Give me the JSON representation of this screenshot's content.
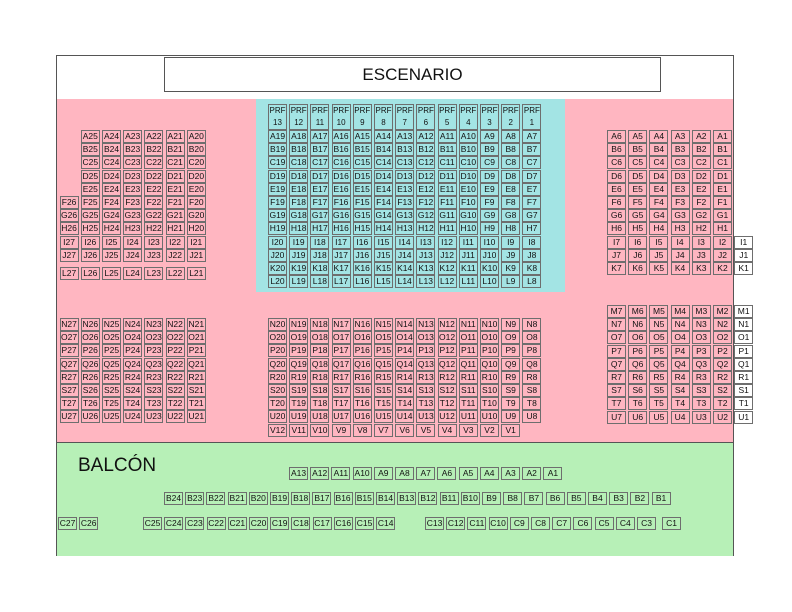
{
  "stage_label": "ESCENARIO",
  "balcony_label": "BALCÓN",
  "colors": {
    "orchestra": "#ffb6c1",
    "preferente": "#a3e4e4",
    "balcony": "#b7f0b7",
    "border": "#555555"
  },
  "prf": [
    "13",
    "12",
    "11",
    "10",
    "9",
    "8",
    "7",
    "6",
    "5",
    "4",
    "3",
    "2",
    "1"
  ],
  "left_top": {
    "rows": [
      [
        "A25",
        "A24",
        "A23",
        "A22",
        "A21",
        "A20"
      ],
      [
        "B25",
        "B24",
        "B23",
        "B22",
        "B21",
        "B20"
      ],
      [
        "C25",
        "C24",
        "C23",
        "C22",
        "C21",
        "C20"
      ],
      [
        "D25",
        "D24",
        "D23",
        "D22",
        "D21",
        "D20"
      ],
      [
        "E25",
        "E24",
        "E23",
        "E22",
        "E21",
        "E20"
      ],
      [
        "F26",
        "F25",
        "F24",
        "F23",
        "F22",
        "F21",
        "F20"
      ],
      [
        "G26",
        "G25",
        "G24",
        "G23",
        "G22",
        "G21",
        "G20"
      ],
      [
        "H26",
        "H25",
        "H24",
        "H23",
        "H22",
        "H21",
        "H20"
      ],
      [
        "I27",
        "I26",
        "I25",
        "I24",
        "I23",
        "I22",
        "I21"
      ],
      [
        "J27",
        "J26",
        "J25",
        "J24",
        "J23",
        "J22",
        "J21"
      ]
    ],
    "extra": [
      "L27",
      "L26",
      "L25",
      "L24",
      "L23",
      "L22",
      "L21"
    ]
  },
  "center_top": [
    [
      "A19",
      "A18",
      "A17",
      "A16",
      "A15",
      "A14",
      "A13",
      "A12",
      "A11",
      "A10",
      "A9",
      "A8",
      "A7"
    ],
    [
      "B19",
      "B18",
      "B17",
      "B16",
      "B15",
      "B14",
      "B13",
      "B12",
      "B11",
      "B10",
      "B9",
      "B8",
      "B7"
    ],
    [
      "C19",
      "C18",
      "C17",
      "C16",
      "C15",
      "C14",
      "C13",
      "C12",
      "C11",
      "C10",
      "C9",
      "C8",
      "C7"
    ],
    [
      "D19",
      "D18",
      "D17",
      "D16",
      "D15",
      "D14",
      "D13",
      "D12",
      "D11",
      "D10",
      "D9",
      "D8",
      "D7"
    ],
    [
      "E19",
      "E18",
      "E17",
      "E16",
      "E15",
      "E14",
      "E13",
      "E12",
      "E11",
      "E10",
      "E9",
      "E8",
      "E7"
    ],
    [
      "F19",
      "F18",
      "F17",
      "F16",
      "F15",
      "F14",
      "F13",
      "F12",
      "F11",
      "F10",
      "F9",
      "F8",
      "F7"
    ],
    [
      "G19",
      "G18",
      "G17",
      "G16",
      "G15",
      "G14",
      "G13",
      "G12",
      "G11",
      "G10",
      "G9",
      "G8",
      "G7"
    ],
    [
      "H19",
      "H18",
      "H17",
      "H16",
      "H15",
      "H14",
      "H13",
      "H12",
      "H11",
      "H10",
      "H9",
      "H8",
      "H7"
    ],
    [
      "I20",
      "I19",
      "I18",
      "I17",
      "I16",
      "I15",
      "I14",
      "I13",
      "I12",
      "I11",
      "I10",
      "I9",
      "I8"
    ],
    [
      "J20",
      "J19",
      "J18",
      "J17",
      "J16",
      "J15",
      "J14",
      "J13",
      "J12",
      "J11",
      "J10",
      "J9",
      "J8"
    ],
    [
      "K20",
      "K19",
      "K18",
      "K17",
      "K16",
      "K15",
      "K14",
      "K13",
      "K12",
      "K11",
      "K10",
      "K9",
      "K8"
    ],
    [
      "L20",
      "L19",
      "L18",
      "L17",
      "L16",
      "L15",
      "L14",
      "L13",
      "L12",
      "L11",
      "L10",
      "L9",
      "L8"
    ]
  ],
  "right_top": [
    [
      "A6",
      "A5",
      "A4",
      "A3",
      "A2",
      "A1"
    ],
    [
      "B6",
      "B5",
      "B4",
      "B3",
      "B2",
      "B1"
    ],
    [
      "C6",
      "C5",
      "C4",
      "C3",
      "C2",
      "C1"
    ],
    [
      "D6",
      "D5",
      "D4",
      "D3",
      "D2",
      "D1"
    ],
    [
      "E6",
      "E5",
      "E4",
      "E3",
      "E2",
      "E1"
    ],
    [
      "F6",
      "F5",
      "F4",
      "F3",
      "F2",
      "F1"
    ],
    [
      "G6",
      "G5",
      "G4",
      "G3",
      "G2",
      "G1"
    ],
    [
      "H6",
      "H5",
      "H4",
      "H3",
      "H2",
      "H1"
    ],
    [
      "I7",
      "I6",
      "I5",
      "I4",
      "I3",
      "I2",
      "I1"
    ],
    [
      "J7",
      "J6",
      "J5",
      "J4",
      "J3",
      "J2",
      "J1"
    ],
    [
      "K7",
      "K6",
      "K5",
      "K4",
      "K3",
      "K2",
      "K1"
    ]
  ],
  "left_bottom": [
    [
      "N27",
      "N26",
      "N25",
      "N24",
      "N23",
      "N22",
      "N21"
    ],
    [
      "O27",
      "O26",
      "O25",
      "O24",
      "O23",
      "O22",
      "O21"
    ],
    [
      "P27",
      "P26",
      "P25",
      "P24",
      "P23",
      "P22",
      "P21"
    ],
    [
      "Q27",
      "Q26",
      "Q25",
      "Q24",
      "Q23",
      "Q22",
      "Q21"
    ],
    [
      "R27",
      "R26",
      "R25",
      "R24",
      "R23",
      "R22",
      "R21"
    ],
    [
      "S27",
      "S26",
      "S25",
      "S24",
      "S23",
      "S22",
      "S21"
    ],
    [
      "T27",
      "T26",
      "T25",
      "T24",
      "T23",
      "T22",
      "T21"
    ],
    [
      "U27",
      "U26",
      "U25",
      "U24",
      "U23",
      "U22",
      "U21"
    ]
  ],
  "center_bottom": [
    [
      "N20",
      "N19",
      "N18",
      "N17",
      "N16",
      "N15",
      "N14",
      "N13",
      "N12",
      "N11",
      "N10",
      "N9",
      "N8"
    ],
    [
      "O20",
      "O19",
      "O18",
      "O17",
      "O16",
      "O15",
      "O14",
      "O13",
      "O12",
      "O11",
      "O10",
      "O9",
      "O8"
    ],
    [
      "P20",
      "P19",
      "P18",
      "P17",
      "P16",
      "P15",
      "P14",
      "P13",
      "P12",
      "P11",
      "P10",
      "P9",
      "P8"
    ],
    [
      "Q20",
      "Q19",
      "Q18",
      "Q17",
      "Q16",
      "Q15",
      "Q14",
      "Q13",
      "Q12",
      "Q11",
      "Q10",
      "Q9",
      "Q8"
    ],
    [
      "R20",
      "R19",
      "R18",
      "R17",
      "R16",
      "R15",
      "R14",
      "R13",
      "R12",
      "R11",
      "R10",
      "R9",
      "R8"
    ],
    [
      "S20",
      "S19",
      "S18",
      "S17",
      "S16",
      "S15",
      "S14",
      "S13",
      "S12",
      "S11",
      "S10",
      "S9",
      "S8"
    ],
    [
      "T20",
      "T19",
      "T18",
      "T17",
      "T16",
      "T15",
      "T14",
      "T13",
      "T12",
      "T11",
      "T10",
      "T9",
      "T8"
    ],
    [
      "U20",
      "U19",
      "U18",
      "U17",
      "U16",
      "U15",
      "U14",
      "U13",
      "U12",
      "U11",
      "U10",
      "U9",
      "U8"
    ]
  ],
  "v_row": [
    "V12",
    "V11",
    "V10",
    "V9",
    "V8",
    "V7",
    "V6",
    "V5",
    "V4",
    "V3",
    "V2",
    "V1"
  ],
  "right_bottom": [
    [
      "M7",
      "M6",
      "M5",
      "M4",
      "M3",
      "M2",
      "M1"
    ],
    [
      "N7",
      "N6",
      "N5",
      "N4",
      "N3",
      "N2",
      "N1"
    ],
    [
      "O7",
      "O6",
      "O5",
      "O4",
      "O3",
      "O2",
      "O1"
    ],
    [
      "P7",
      "P6",
      "P5",
      "P4",
      "P3",
      "P2",
      "P1"
    ],
    [
      "Q7",
      "Q6",
      "Q5",
      "Q4",
      "Q3",
      "Q2",
      "Q1"
    ],
    [
      "R7",
      "R6",
      "R5",
      "R4",
      "R3",
      "R2",
      "R1"
    ],
    [
      "S7",
      "S6",
      "S5",
      "S4",
      "S3",
      "S2",
      "S1"
    ],
    [
      "T7",
      "T6",
      "T5",
      "T4",
      "T3",
      "T2",
      "T1"
    ],
    [
      "U7",
      "U6",
      "U5",
      "U4",
      "U3",
      "U2",
      "U1"
    ]
  ],
  "balcony_a": [
    "A13",
    "A12",
    "A11",
    "A10",
    "A9",
    "A8",
    "A7",
    "A6",
    "A5",
    "A4",
    "A3",
    "A2",
    "A1"
  ],
  "balcony_b": [
    "B24",
    "B23",
    "B22",
    "B21",
    "B20",
    "B19",
    "B18",
    "B17",
    "B16",
    "B15",
    "B14",
    "B13",
    "B12",
    "B11",
    "B10",
    "B9",
    "B8",
    "B7",
    "B6",
    "B5",
    "B4",
    "B3",
    "B2",
    "B1"
  ],
  "balcony_c_left": [
    "C27",
    "C26"
  ],
  "balcony_c_mid": [
    "C25",
    "C24",
    "C23",
    "C22",
    "C21",
    "C20",
    "C19",
    "C18",
    "C17",
    "C16",
    "C15",
    "C14"
  ],
  "balcony_c_right": [
    "C13",
    "C12",
    "C11",
    "C10",
    "C9",
    "C8",
    "C7",
    "C6",
    "C5",
    "C4",
    "C3"
  ],
  "balcony_c_end": [
    "C1"
  ]
}
